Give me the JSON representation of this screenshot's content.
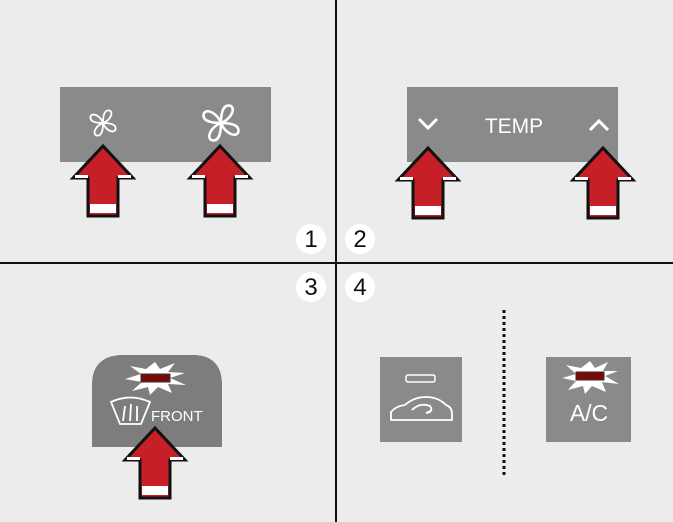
{
  "quadrants": [
    {
      "number": "1",
      "controls": [
        "fan-speed-decrease",
        "fan-speed-increase"
      ]
    },
    {
      "number": "2",
      "label": "TEMP",
      "controls": [
        "temperature-down",
        "temperature-up"
      ]
    },
    {
      "number": "3",
      "label": "FRONT",
      "controls": [
        "front-defrost"
      ]
    },
    {
      "number": "4",
      "ac_label": "A/C",
      "controls": [
        "air-recirculation",
        "air-conditioning"
      ]
    }
  ],
  "colors": {
    "arrow": "#c61f27",
    "panel": "#8a8a8a",
    "indicator": "#7a0a0a",
    "background": "#ececec"
  }
}
